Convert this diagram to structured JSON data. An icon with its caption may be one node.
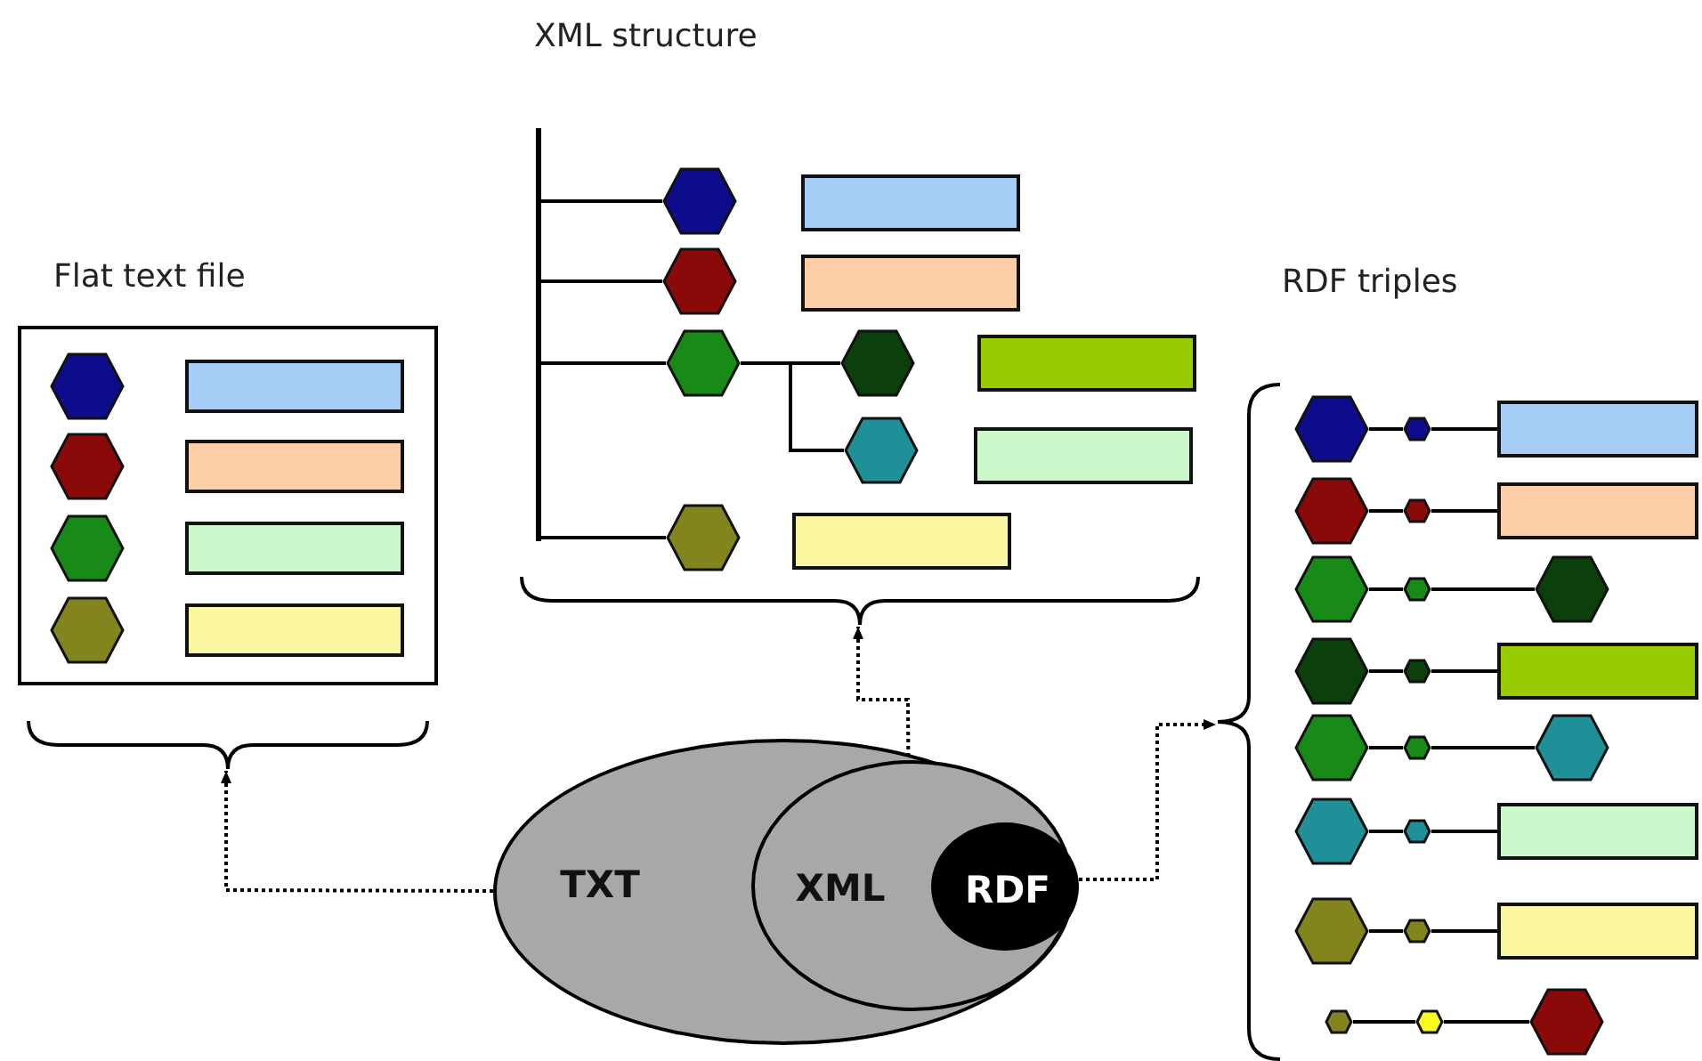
{
  "diagram": {
    "nodes": [
      {
        "text": [
          "TXT"
        ]
      },
      {
        "text": [
          "XML"
        ],
        "in": 0
      },
      {
        "text": [
          "RDF"
        ],
        "in": 1
      },
      {
        "text": [
          "Flat text file"
        ]
      },
      {
        "text": [],
        "shape": "hexagon",
        "in": 3
      },
      {
        "text": [],
        "shape": "bar",
        "in": 3
      },
      {
        "text": [],
        "shape": "hexagon",
        "in": 3
      },
      {
        "text": [],
        "shape": "bar",
        "in": 3
      },
      {
        "text": [],
        "shape": "hexagon",
        "in": 3
      },
      {
        "text": [],
        "shape": "bar",
        "in": 3
      },
      {
        "text": [],
        "shape": "hexagon",
        "in": 3
      },
      {
        "text": [],
        "shape": "bar",
        "in": 3
      },
      {
        "text": [
          "XML structure"
        ]
      },
      {
        "text": [],
        "shape": "hexagon",
        "in": 12
      },
      {
        "text": [],
        "shape": "bar",
        "in": 12
      },
      {
        "text": [],
        "shape": "hexagon",
        "in": 12
      },
      {
        "text": [],
        "shape": "bar",
        "in": 12
      },
      {
        "text": [],
        "shape": "hexagon",
        "in": 12
      },
      {
        "text": [],
        "shape": "hexagon",
        "in": 12
      },
      {
        "text": [],
        "shape": "bar",
        "in": 12
      },
      {
        "text": [],
        "shape": "hexagon",
        "in": 12
      },
      {
        "text": [],
        "shape": "bar",
        "in": 12
      },
      {
        "text": [],
        "shape": "hexagon",
        "in": 12
      },
      {
        "text": [],
        "shape": "bar",
        "in": 12
      },
      {
        "text": [
          "RDF triples"
        ]
      },
      {
        "text": [],
        "shape": "hexagon",
        "in": 24
      },
      {
        "text": [],
        "shape": "hexagon",
        "in": 24
      },
      {
        "text": [],
        "shape": "bar",
        "in": 24
      },
      {
        "text": [],
        "shape": "hexagon",
        "in": 24
      },
      {
        "text": [],
        "shape": "hexagon",
        "in": 24
      },
      {
        "text": [],
        "shape": "bar",
        "in": 24
      },
      {
        "text": [],
        "shape": "hexagon",
        "in": 24
      },
      {
        "text": [],
        "shape": "hexagon",
        "in": 24
      },
      {
        "text": [],
        "shape": "hexagon",
        "in": 24
      },
      {
        "text": [],
        "shape": "hexagon",
        "in": 24
      },
      {
        "text": [],
        "shape": "hexagon",
        "in": 24
      },
      {
        "text": [],
        "shape": "bar",
        "in": 24
      },
      {
        "text": [],
        "shape": "hexagon",
        "in": 24
      },
      {
        "text": [],
        "shape": "hexagon",
        "in": 24
      },
      {
        "text": [],
        "shape": "hexagon",
        "in": 24
      },
      {
        "text": [],
        "shape": "hexagon",
        "in": 24
      },
      {
        "text": [],
        "shape": "hexagon",
        "in": 24
      },
      {
        "text": [],
        "shape": "bar",
        "in": 24
      },
      {
        "text": [],
        "shape": "hexagon",
        "in": 24
      },
      {
        "text": [],
        "shape": "hexagon",
        "in": 24
      },
      {
        "text": [],
        "shape": "bar",
        "in": 24
      },
      {
        "text": [],
        "shape": "hexagon",
        "in": 24
      },
      {
        "text": [],
        "shape": "hexagon",
        "in": 24
      },
      {
        "text": [],
        "shape": "hexagon",
        "in": 24
      },
      {
        "text": [],
        "shape": "bar",
        "in": 12
      }
    ],
    "edges": [
      {
        "from": 0,
        "to": 3,
        "arrow": "to",
        "style": "dashed"
      },
      {
        "from": 1,
        "to": 12,
        "arrow": "to",
        "style": "dashed"
      },
      {
        "from": 2,
        "to": 24,
        "arrow": "to",
        "style": "dashed"
      },
      {
        "from": 17,
        "to": 18,
        "arrow": "none"
      },
      {
        "from": 17,
        "to": 20,
        "arrow": "none"
      },
      {
        "from": 25,
        "to": 26,
        "arrow": "none"
      },
      {
        "from": 26,
        "to": 27,
        "arrow": "none"
      },
      {
        "from": 28,
        "to": 29,
        "arrow": "none"
      },
      {
        "from": 29,
        "to": 30,
        "arrow": "none"
      },
      {
        "from": 31,
        "to": 32,
        "arrow": "none"
      },
      {
        "from": 32,
        "to": 33,
        "arrow": "none"
      },
      {
        "from": 34,
        "to": 35,
        "arrow": "none"
      },
      {
        "from": 35,
        "to": 36,
        "arrow": "none"
      },
      {
        "from": 37,
        "to": 38,
        "arrow": "none"
      },
      {
        "from": 38,
        "to": 39,
        "arrow": "none"
      },
      {
        "from": 40,
        "to": 41,
        "arrow": "none"
      },
      {
        "from": 41,
        "to": 42,
        "arrow": "none"
      },
      {
        "from": 43,
        "to": 44,
        "arrow": "none"
      },
      {
        "from": 44,
        "to": 45,
        "arrow": "none"
      },
      {
        "from": 46,
        "to": 47,
        "arrow": "none"
      },
      {
        "from": 47,
        "to": 48,
        "arrow": "none"
      },
      {
        "from": 49,
        "to": 13,
        "arrow": "none"
      },
      {
        "from": 49,
        "to": 15,
        "arrow": "none"
      },
      {
        "from": 49,
        "to": 17,
        "arrow": "none"
      },
      {
        "from": 49,
        "to": 22,
        "arrow": "none"
      }
    ]
  }
}
